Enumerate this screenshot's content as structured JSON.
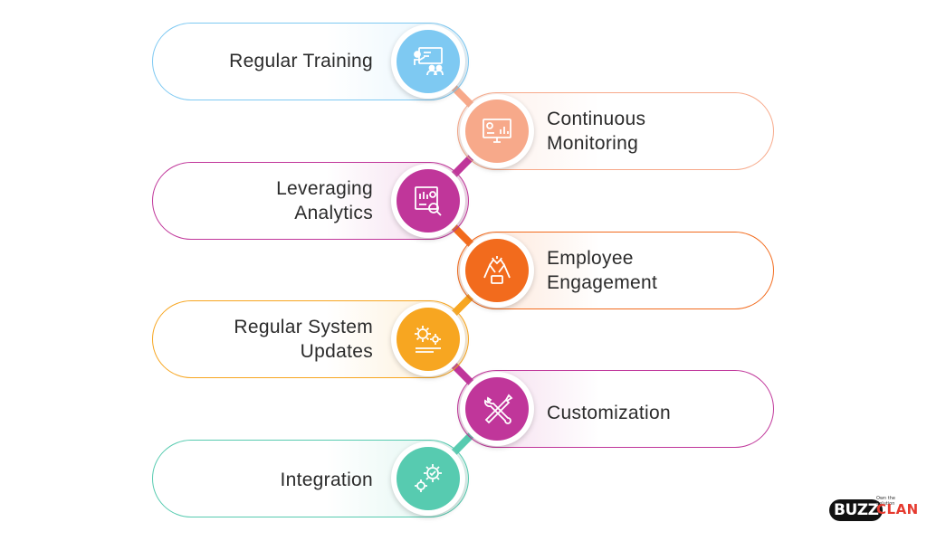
{
  "steps": [
    {
      "label": "Regular Training",
      "side": "left",
      "color": "#7ec9f2",
      "icon": "training-presentation-icon"
    },
    {
      "label": "Continuous\nMonitoring",
      "side": "right",
      "color": "#f7a98a",
      "icon": "monitoring-dashboard-icon"
    },
    {
      "label": "Leveraging\nAnalytics",
      "side": "left",
      "color": "#c0369a",
      "icon": "analytics-magnifier-icon"
    },
    {
      "label": "Employee\nEngagement",
      "side": "right",
      "color": "#f26b1d",
      "icon": "high-five-icon"
    },
    {
      "label": "Regular System\nUpdates",
      "side": "left",
      "color": "#f7a621",
      "icon": "gears-update-icon"
    },
    {
      "label": "Customization",
      "side": "right",
      "color": "#c0369a",
      "icon": "tools-customization-icon"
    },
    {
      "label": "Integration",
      "side": "left",
      "color": "#57cbb0",
      "icon": "integration-gears-icon"
    }
  ],
  "logo": {
    "mark": "BUZZ",
    "word": "CLAN",
    "tagline": "Own the Solution"
  }
}
